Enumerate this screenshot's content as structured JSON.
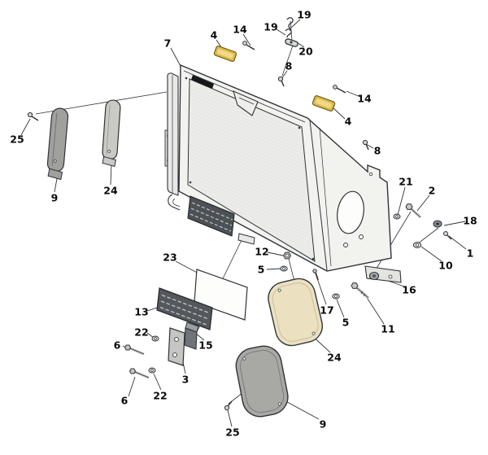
{
  "diagram": {
    "type": "exploded-parts-diagram",
    "colors": {
      "line": "#2f3338",
      "panel_fill": "#f2f2ef",
      "mesh_fill": "#ecedea",
      "grille_dark": "#54585d",
      "reflector_amber": "#dfbc45",
      "pad_gray": "#a0a09d",
      "pad_light_gray": "#c9c9c5",
      "pad_cream": "#ebe1c1",
      "hardware_silver": "#c6c6c3",
      "background": "#ffffff"
    },
    "callouts": [
      {
        "label": "19"
      },
      {
        "label": "19"
      },
      {
        "label": "14"
      },
      {
        "label": "4"
      },
      {
        "label": "20"
      },
      {
        "label": "7"
      },
      {
        "label": "8"
      },
      {
        "label": "14"
      },
      {
        "label": "4"
      },
      {
        "label": "25"
      },
      {
        "label": "8"
      },
      {
        "label": "9"
      },
      {
        "label": "24"
      },
      {
        "label": "21"
      },
      {
        "label": "2"
      },
      {
        "label": "18"
      },
      {
        "label": "1"
      },
      {
        "label": "10"
      },
      {
        "label": "16"
      },
      {
        "label": "12"
      },
      {
        "label": "5"
      },
      {
        "label": "23"
      },
      {
        "label": "17"
      },
      {
        "label": "5"
      },
      {
        "label": "11"
      },
      {
        "label": "13"
      },
      {
        "label": "22"
      },
      {
        "label": "6"
      },
      {
        "label": "15"
      },
      {
        "label": "3"
      },
      {
        "label": "22"
      },
      {
        "label": "6"
      },
      {
        "label": "24"
      },
      {
        "label": "9"
      },
      {
        "label": "25"
      }
    ]
  }
}
